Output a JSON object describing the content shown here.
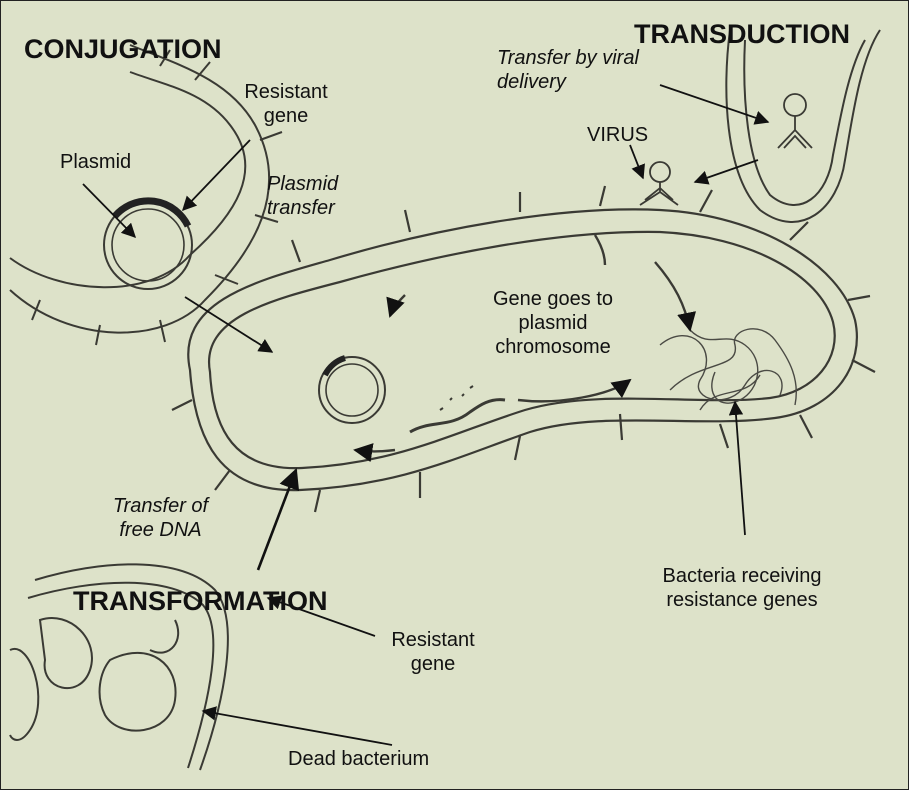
{
  "headings": {
    "conjugation": "CONJUGATION",
    "transduction": "TRANSDUCTION",
    "transformation": "TRANSFORMATION"
  },
  "labels": {
    "resistant_gene_top": "Resistant gene",
    "plasmid": "Plasmid",
    "plasmid_transfer": "Plasmid transfer",
    "transfer_viral": "Transfer by viral delivery",
    "virus": "VIRUS",
    "gene_goes": "Gene goes to plasmid chromosome",
    "transfer_free_dna": "Transfer of free DNA",
    "bacteria_receiving": "Bacteria receiving resistance genes",
    "resistant_gene_bottom": "Resistant gene",
    "dead_bacterium": "Dead bacterium"
  },
  "colors": {
    "paper": "#dde2c9",
    "ink": "#3a3a34",
    "text": "#111111"
  }
}
